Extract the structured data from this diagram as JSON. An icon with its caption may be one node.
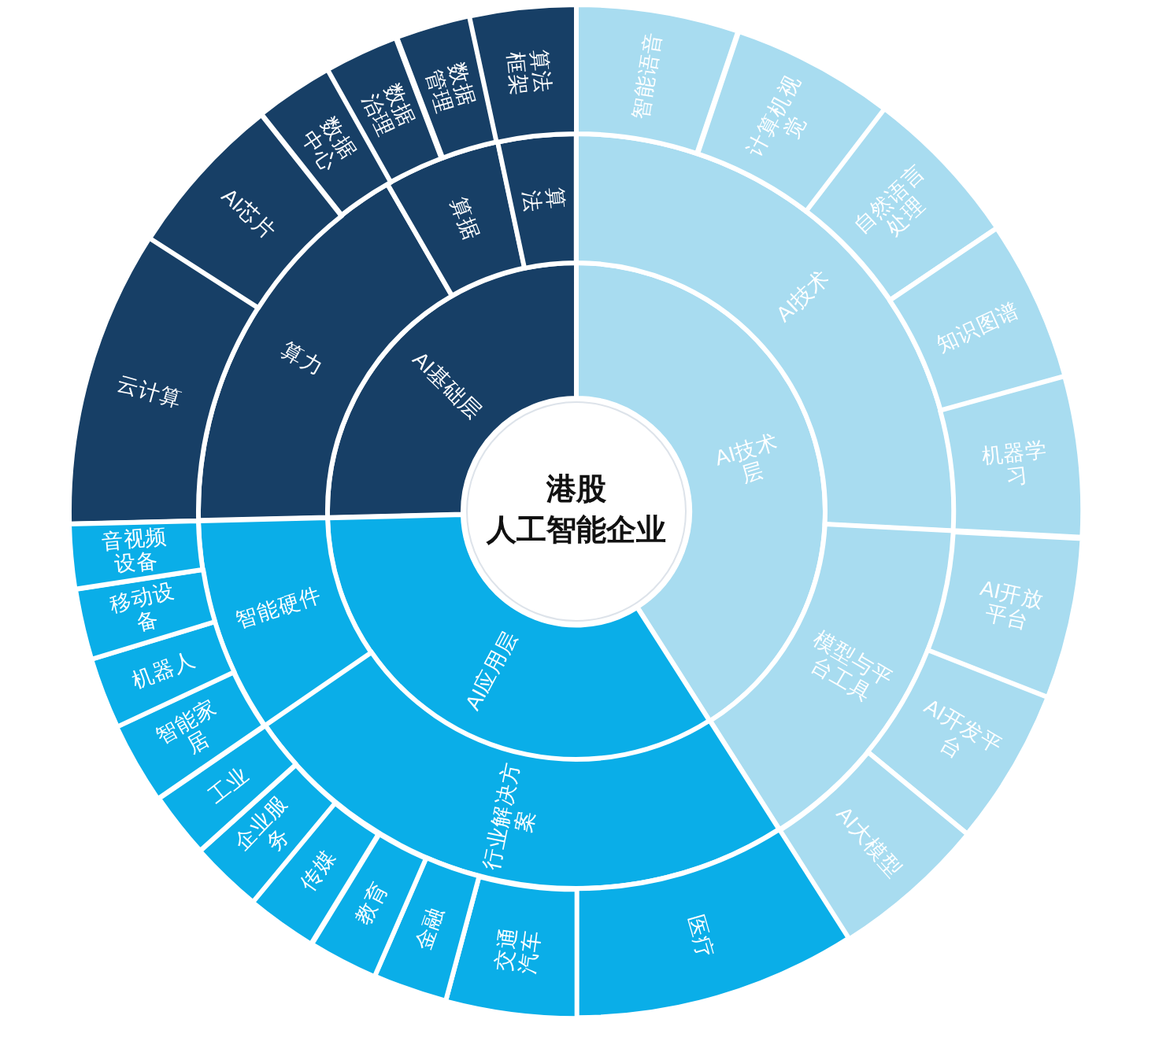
{
  "diagram": {
    "nodes": [
      {
        "text": [
          "港股",
          "人工智能企业"
        ]
      },
      {
        "text": [
          "AI基础层"
        ]
      },
      {
        "text": [
          "AI技术层"
        ]
      },
      {
        "text": [
          "AI应用层"
        ]
      },
      {
        "text": [
          "算力"
        ]
      },
      {
        "text": [
          "算据"
        ]
      },
      {
        "text": [
          "算法"
        ]
      },
      {
        "text": [
          "AI技术"
        ]
      },
      {
        "text": [
          "模型与平台工具"
        ]
      },
      {
        "text": [
          "行业解决方案"
        ]
      },
      {
        "text": [
          "智能硬件"
        ]
      },
      {
        "text": [
          "云计算"
        ]
      },
      {
        "text": [
          "AI芯片"
        ]
      },
      {
        "text": [
          "数据中心"
        ]
      },
      {
        "text": [
          "数据治理"
        ]
      },
      {
        "text": [
          "数据管理"
        ]
      },
      {
        "text": [
          "算法框架"
        ]
      },
      {
        "text": [
          "智能语音"
        ]
      },
      {
        "text": [
          "计算机视觉"
        ]
      },
      {
        "text": [
          "自然语言处理"
        ]
      },
      {
        "text": [
          "知识图谱"
        ]
      },
      {
        "text": [
          "机器学习"
        ]
      },
      {
        "text": [
          "AI开放平台"
        ]
      },
      {
        "text": [
          "AI开发平台"
        ]
      },
      {
        "text": [
          "AI大模型"
        ]
      },
      {
        "text": [
          "医疗"
        ]
      },
      {
        "text": [
          "交通汽车"
        ]
      },
      {
        "text": [
          "金融"
        ]
      },
      {
        "text": [
          "教育"
        ]
      },
      {
        "text": [
          "传媒"
        ]
      },
      {
        "text": [
          "企业服务"
        ]
      },
      {
        "text": [
          "工业"
        ]
      },
      {
        "text": [
          "智能家居"
        ]
      },
      {
        "text": [
          "机器人"
        ]
      },
      {
        "text": [
          "移动设备"
        ]
      },
      {
        "text": [
          "音视频设备"
        ]
      }
    ]
  }
}
